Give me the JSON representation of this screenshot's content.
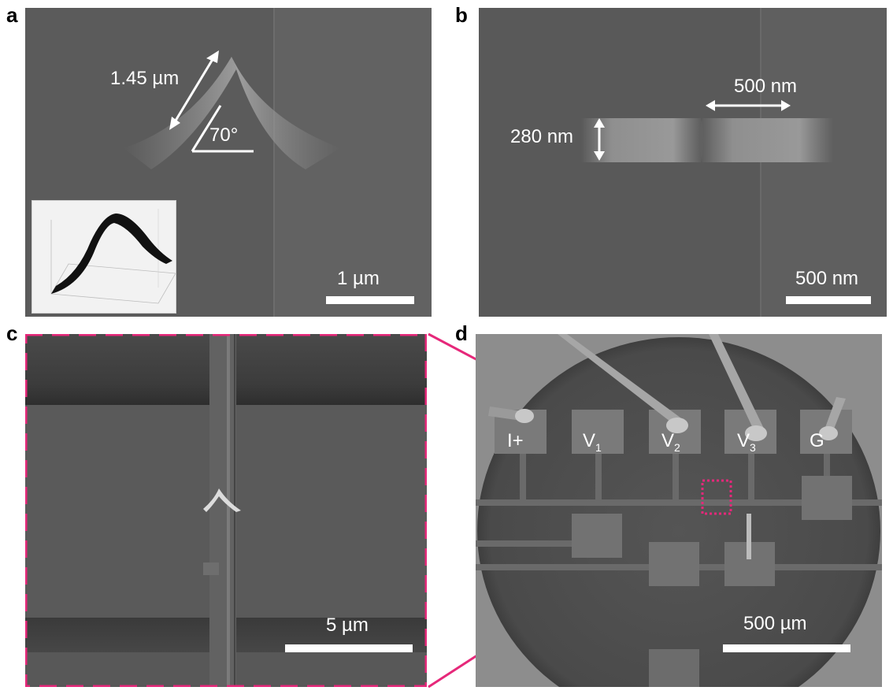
{
  "figure": {
    "panel_a": {
      "label": "a",
      "length_annotation": "1.45 µm",
      "angle_annotation": "70°",
      "scale_bar": "1 µm"
    },
    "panel_b": {
      "label": "b",
      "length_annotation": "500 nm",
      "width_annotation": "280 nm",
      "scale_bar": "500 nm"
    },
    "panel_c": {
      "label": "c",
      "scale_bar": "5 µm"
    },
    "panel_d": {
      "label": "d",
      "contact_labels": [
        "I+",
        "V",
        "1",
        "V",
        "2",
        "V",
        "3",
        "G"
      ],
      "scale_bar": "500 µm"
    },
    "colors": {
      "highlight": "#e6287a",
      "annotation": "#ffffff"
    }
  }
}
